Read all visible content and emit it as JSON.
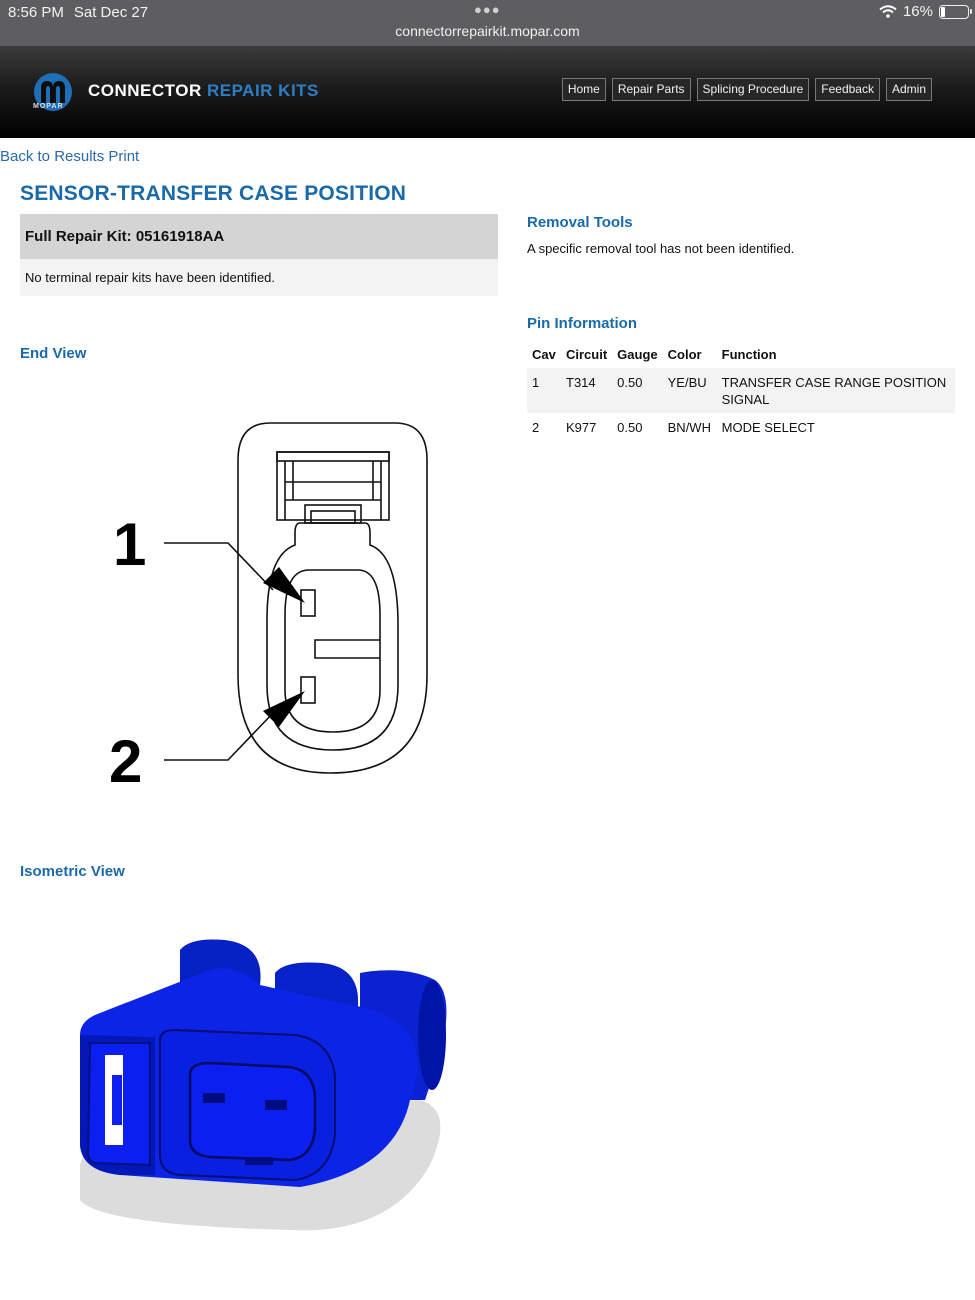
{
  "status_bar": {
    "time": "8:56 PM",
    "date": "Sat Dec 27",
    "battery_percent": "16%",
    "battery_level": 0.16,
    "wifi_icon": "wifi-icon",
    "url": "connectorrepairkit.mopar.com"
  },
  "header": {
    "logo_word": "MOPAR",
    "brand_part1": "CONNECTOR",
    "brand_part2": "REPAIR KITS",
    "nav": [
      "Home",
      "Repair Parts",
      "Splicing Procedure",
      "Feedback",
      "Admin"
    ]
  },
  "links": {
    "back": "Back to Results Print"
  },
  "page_title": "SENSOR-TRANSFER CASE POSITION",
  "kit": {
    "full_repair_label": "Full Repair Kit: 05161918AA",
    "terminal_note": "No terminal repair kits have been identified."
  },
  "removal_tools": {
    "heading": "Removal Tools",
    "text": "A specific removal tool has not been identified."
  },
  "pin_info": {
    "heading": "Pin Information",
    "columns": [
      "Cav",
      "Circuit",
      "Gauge",
      "Color",
      "Function"
    ],
    "rows": [
      [
        "1",
        "T314",
        "0.50",
        "YE/BU",
        "TRANSFER CASE RANGE POSITION SIGNAL"
      ],
      [
        "2",
        "K977",
        "0.50",
        "BN/WH",
        "MODE SELECT"
      ]
    ]
  },
  "end_view": {
    "heading": "End View",
    "label_1": "1",
    "label_2": "2"
  },
  "isometric_view": {
    "heading": "Isometric View"
  },
  "colors": {
    "link_blue": "#1a6aaa",
    "brand_blue": "#2d7fc4",
    "connector_blue": "#0a1ff0"
  }
}
